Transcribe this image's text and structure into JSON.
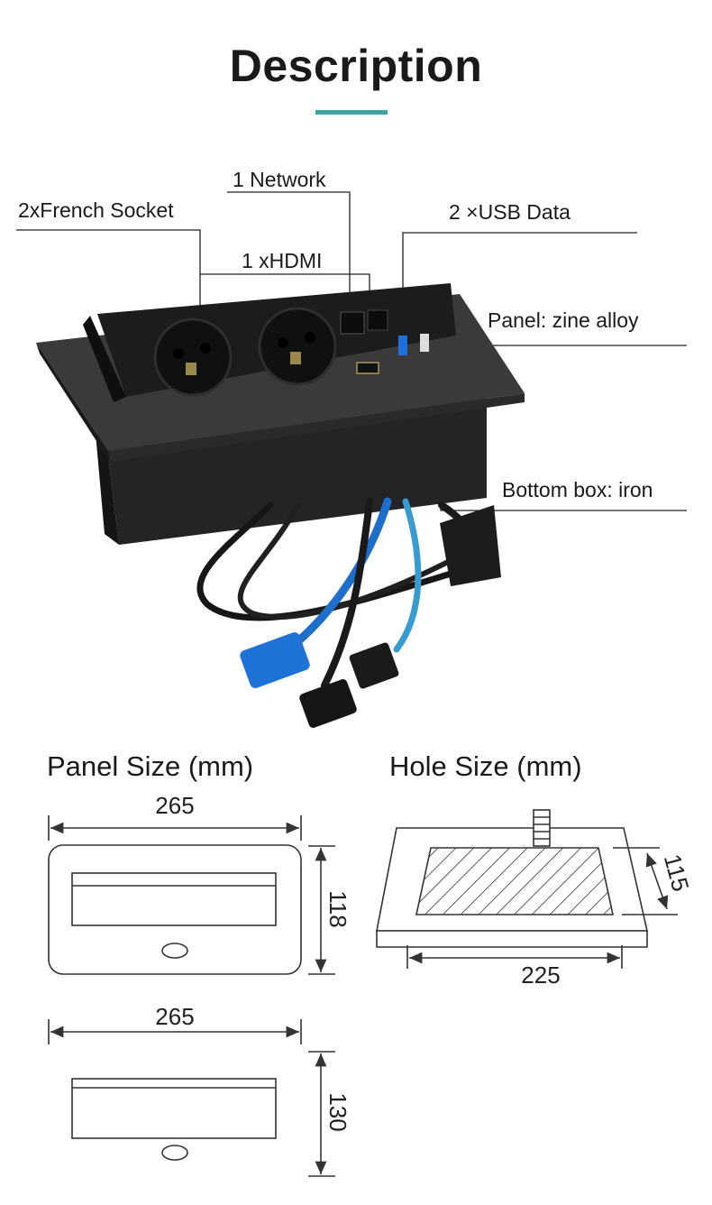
{
  "header": {
    "title": "Description",
    "accent_color": "#3aa6a6"
  },
  "callouts": {
    "french_socket": "2xFrench Socket",
    "network": "1 Network",
    "hdmi": "1 xHDMI",
    "usb": "2 ×USB Data",
    "panel": "Panel: zine alloy",
    "bottom_box": "Bottom box: iron"
  },
  "panel_size": {
    "heading": "Panel Size (mm)",
    "width": "265",
    "height": "118"
  },
  "hole_size": {
    "heading": "Hole Size (mm)",
    "width": "225",
    "height": "115"
  },
  "side_view": {
    "width": "265",
    "height": "130"
  }
}
